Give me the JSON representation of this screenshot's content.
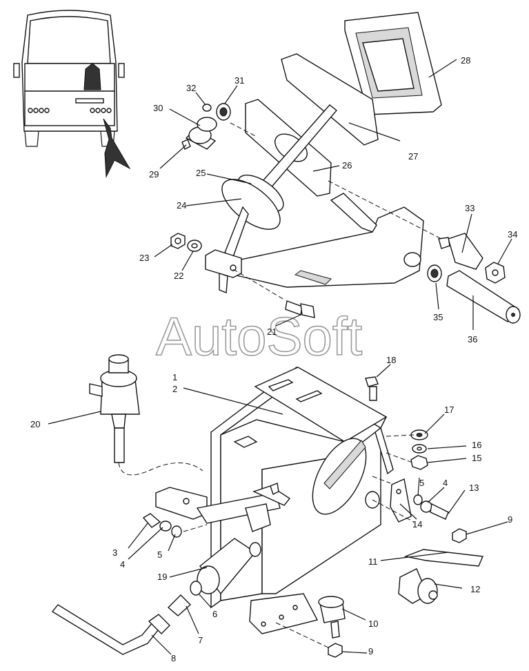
{
  "watermark": "AutoSoft",
  "callouts": {
    "c1": "1",
    "c2": "2",
    "c3": "3",
    "c4a": "4",
    "c4b": "4",
    "c5a": "5",
    "c5b": "5",
    "c6": "6",
    "c7": "7",
    "c8": "8",
    "c9a": "9",
    "c9b": "9",
    "c10": "10",
    "c11": "11",
    "c12": "12",
    "c13": "13",
    "c14": "14",
    "c15": "15",
    "c16": "16",
    "c17": "17",
    "c18": "18",
    "c19": "19",
    "c20": "20",
    "c21": "21",
    "c22": "22",
    "c23": "23",
    "c24": "24",
    "c25": "25",
    "c26": "26",
    "c27": "27",
    "c28": "28",
    "c29": "29",
    "c30": "30",
    "c31": "31",
    "c32": "32",
    "c33": "33",
    "c34": "34",
    "c35": "35",
    "c36": "36"
  }
}
